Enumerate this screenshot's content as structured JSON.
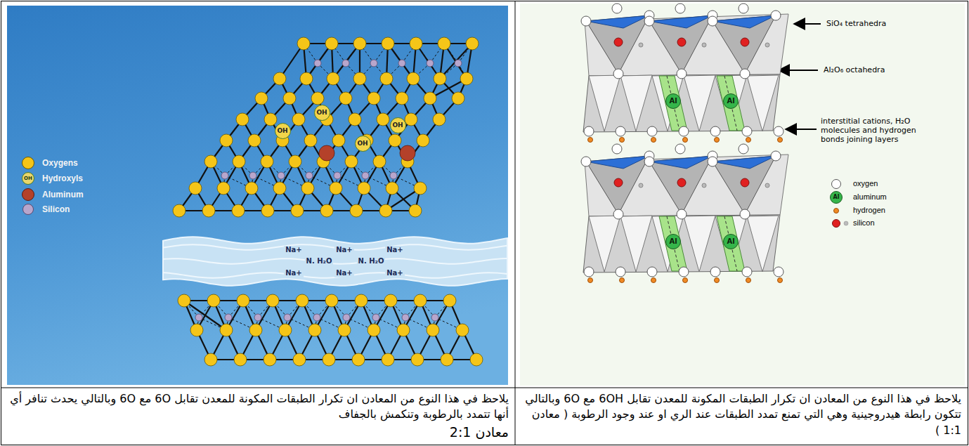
{
  "diagram": {
    "nodes": [
      {
        "text": [
          "OH"
        ]
      },
      {
        "text": [
          "OH"
        ]
      },
      {
        "text": [
          "OH"
        ]
      },
      {
        "text": [
          "OH"
        ]
      },
      {
        "text": [
          "Al"
        ]
      },
      {
        "text": [
          "Al"
        ]
      },
      {
        "text": [
          "Al"
        ]
      },
      {
        "text": [
          "Al"
        ]
      }
    ],
    "labels": [
      "SiO₄ tetrahedra",
      "Al₂O₆ octahedra",
      "interstitial cations, H₂O molecules and hydrogen bonds joining layers",
      "Na+",
      "Na+",
      "Na+",
      "N. H₂O",
      "N. H₂O",
      "Na+",
      "Na+",
      "Na+",
      "OH",
      "Al",
      "يلاحظ في هذا النوع من المعادن ان تكرار الطبقات المكونة للمعدن تقابل 6OH مع 6O وبالتالي تتكون رابطة هيدروجينية وهي التي تمنع تمدد الطبقات عند الري او عند وجود الرطوبة ( معادن 1:1 )",
      "يلاحظ في هذا النوع من المعادن ان تكرار الطبقات المكونة للمعدن تقابل 6O مع 6O وبالتالي يحدث تنافر أي أنها تتمدد بالرطوبة وتنكمش بالجفاف",
      "معادن 2:1"
    ],
    "legend": [
      {
        "text": "Oxygens",
        "color": "#f5c518"
      },
      {
        "text": "Hydroxyls",
        "color": "#e9d66b"
      },
      {
        "text": "Aluminum",
        "color": "#b4412a"
      },
      {
        "text": "Silicon",
        "color": "#b8a6cc"
      },
      {
        "text": "oxygen",
        "color": "#ffffff"
      },
      {
        "text": "aluminum",
        "color": "#35b54a"
      },
      {
        "text": "hydrogen",
        "color": "#f08a24"
      },
      {
        "text": "silicon",
        "color": "#e02020"
      }
    ]
  }
}
